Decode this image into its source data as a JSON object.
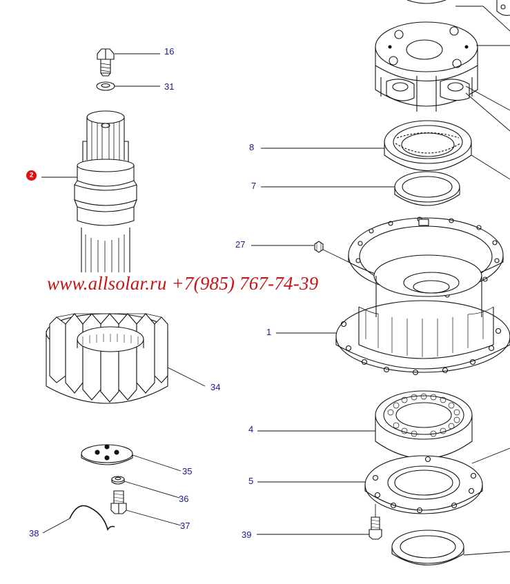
{
  "diagram": {
    "callouts": [
      {
        "id": "c16",
        "text": "16"
      },
      {
        "id": "c31",
        "text": "31"
      },
      {
        "id": "c8",
        "text": "8"
      },
      {
        "id": "c7",
        "text": "7"
      },
      {
        "id": "c27",
        "text": "27"
      },
      {
        "id": "c1",
        "text": "1"
      },
      {
        "id": "c34",
        "text": "34"
      },
      {
        "id": "c4",
        "text": "4"
      },
      {
        "id": "c35",
        "text": "35"
      },
      {
        "id": "c5",
        "text": "5"
      },
      {
        "id": "c36",
        "text": "36"
      },
      {
        "id": "c37",
        "text": "37"
      },
      {
        "id": "c38",
        "text": "38"
      },
      {
        "id": "c39",
        "text": "39"
      }
    ],
    "highlighted_part": "2",
    "highlight_color": "#e01010",
    "callout_color": "#1a1a8c",
    "line_color": "#111111"
  },
  "watermark": {
    "text": "www.allsolar.ru +7(985) 767-74-39",
    "color": "#c41414"
  }
}
